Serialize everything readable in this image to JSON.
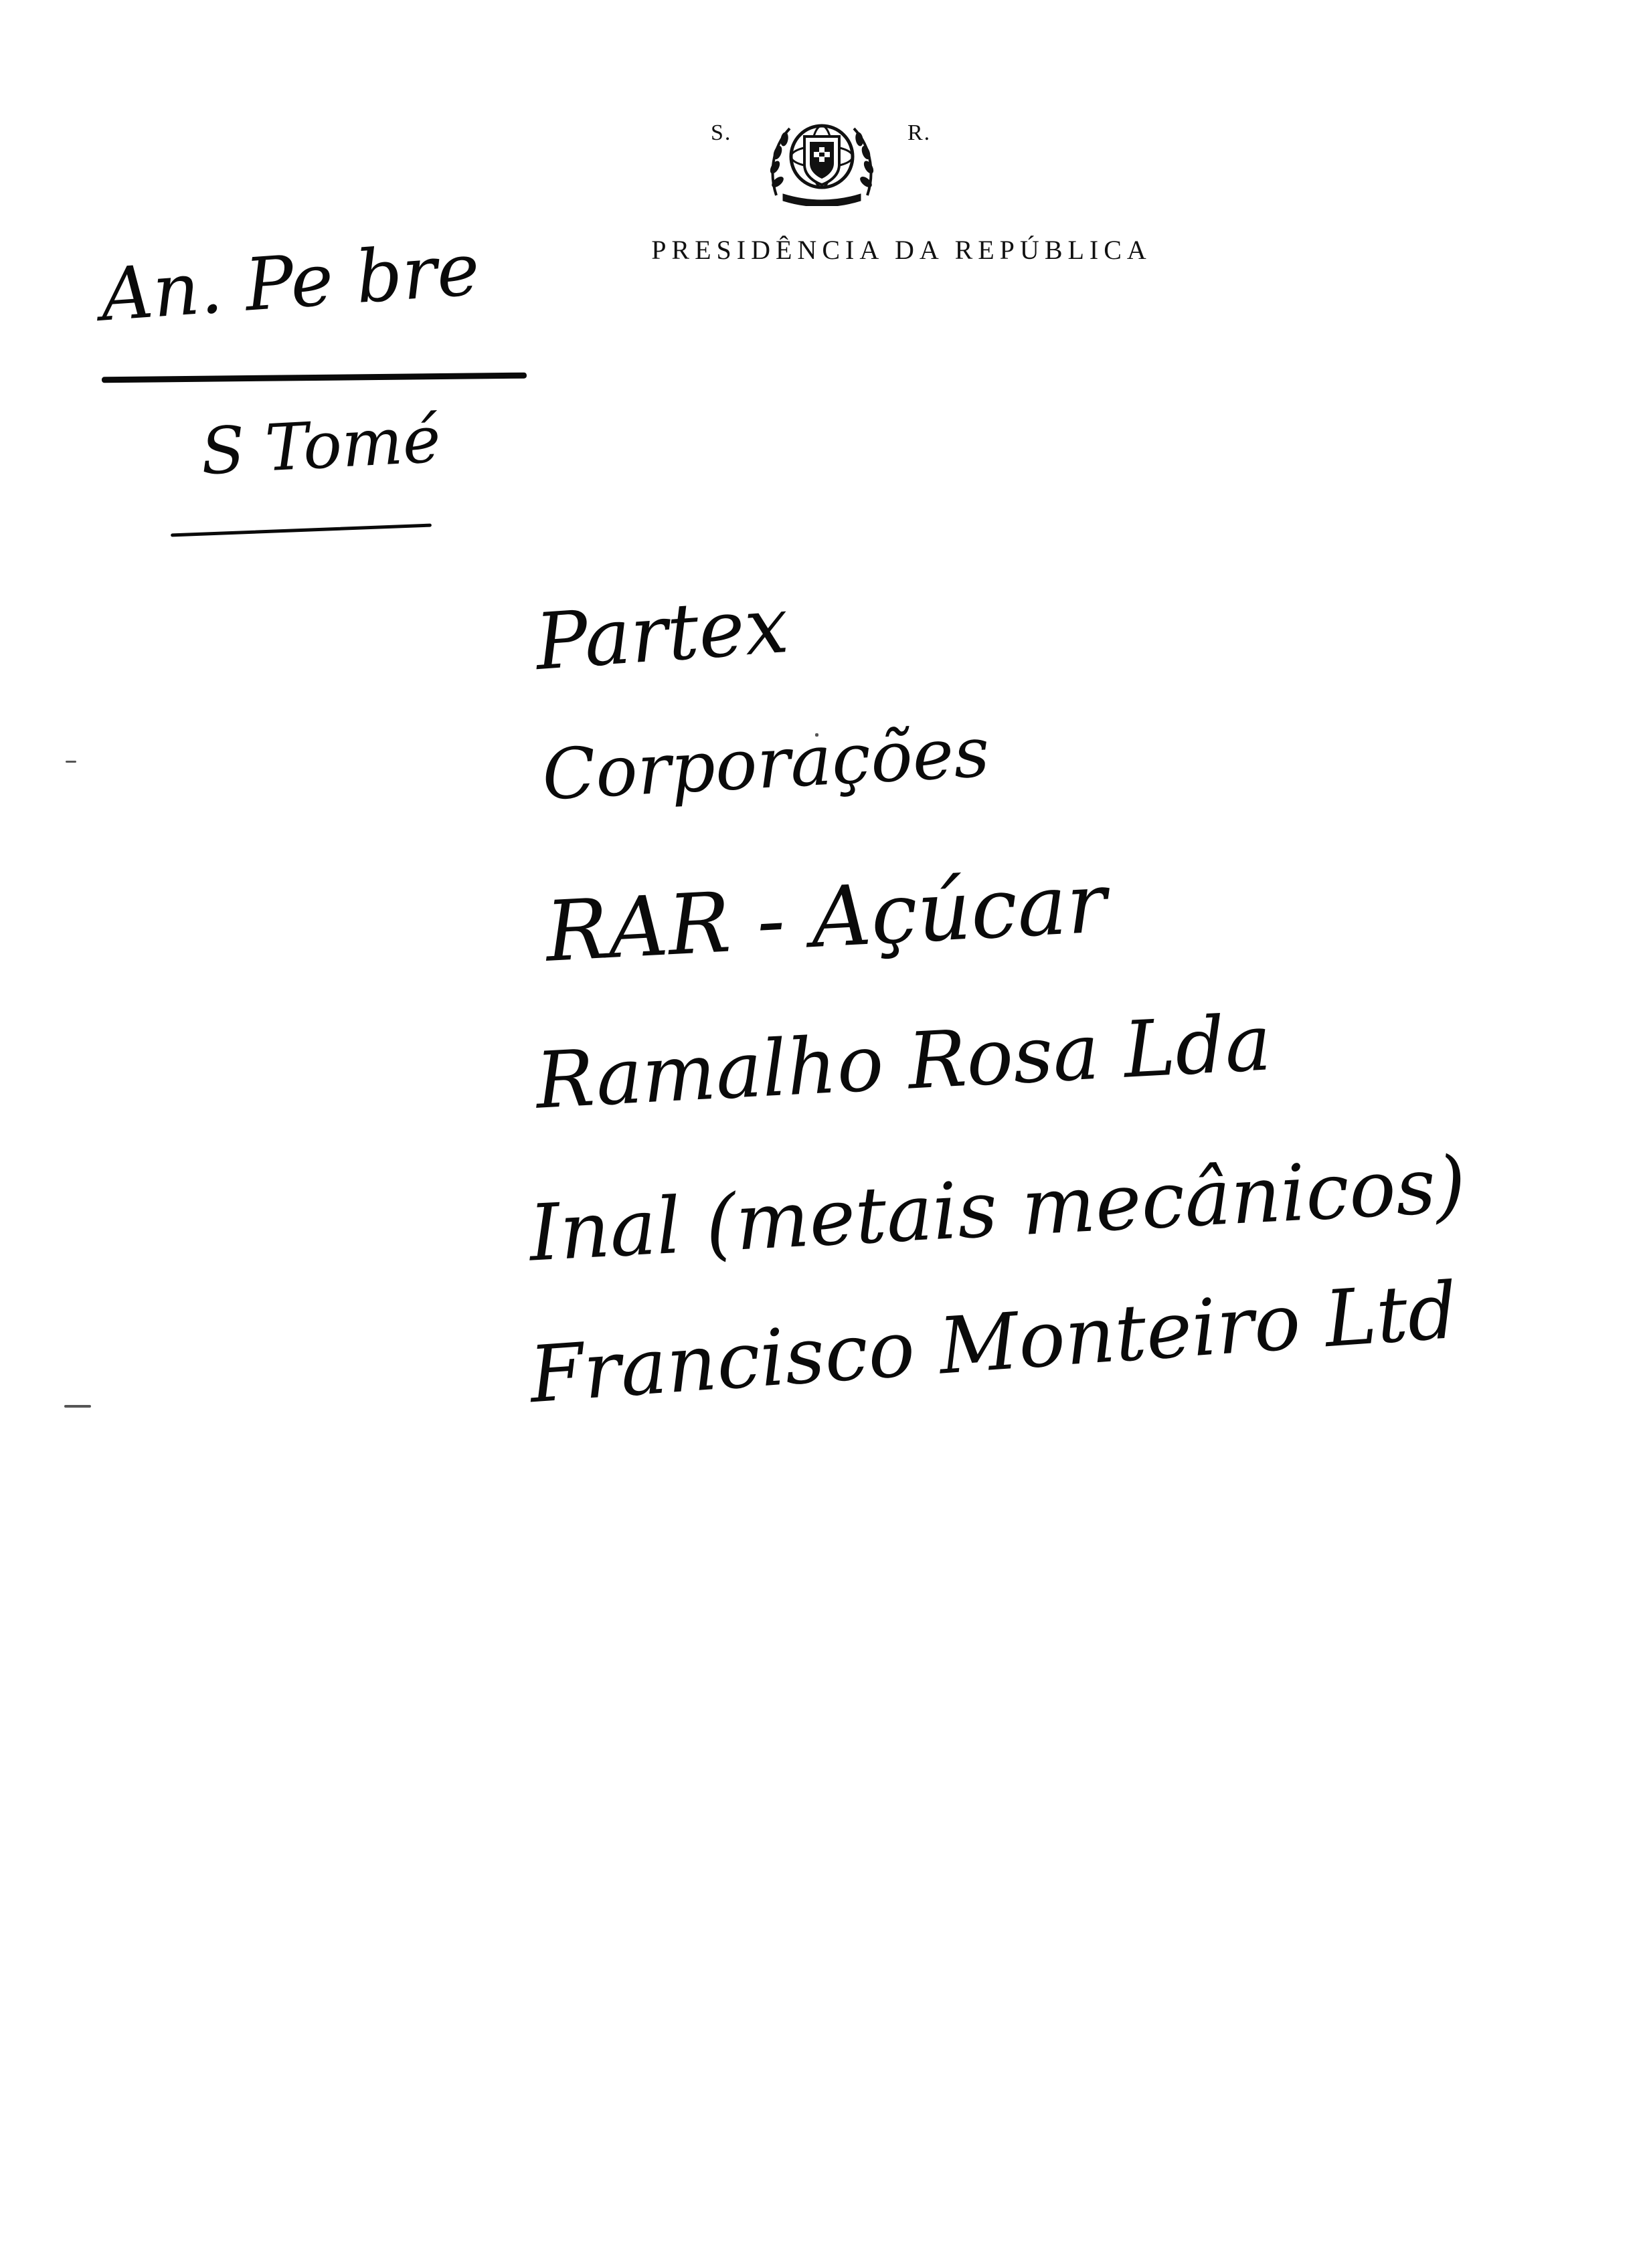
{
  "letterhead": {
    "left_mark": "S.",
    "right_mark": "R.",
    "title": "PRESIDÊNCIA DA REPÚBLICA",
    "emblem_icon": "coat-of-arms-icon"
  },
  "margin_notes": [
    "An. Pe bre",
    "S Tomé"
  ],
  "list_items": [
    "Partex",
    "Corporações",
    "RAR - Açúcar",
    "Ramalho Rosa Lda",
    "Inal (metais mecânicos)",
    "Francisco Monteiro Ltd"
  ],
  "colors": {
    "ink": "#0a0a0a",
    "paper": "#ffffff"
  }
}
